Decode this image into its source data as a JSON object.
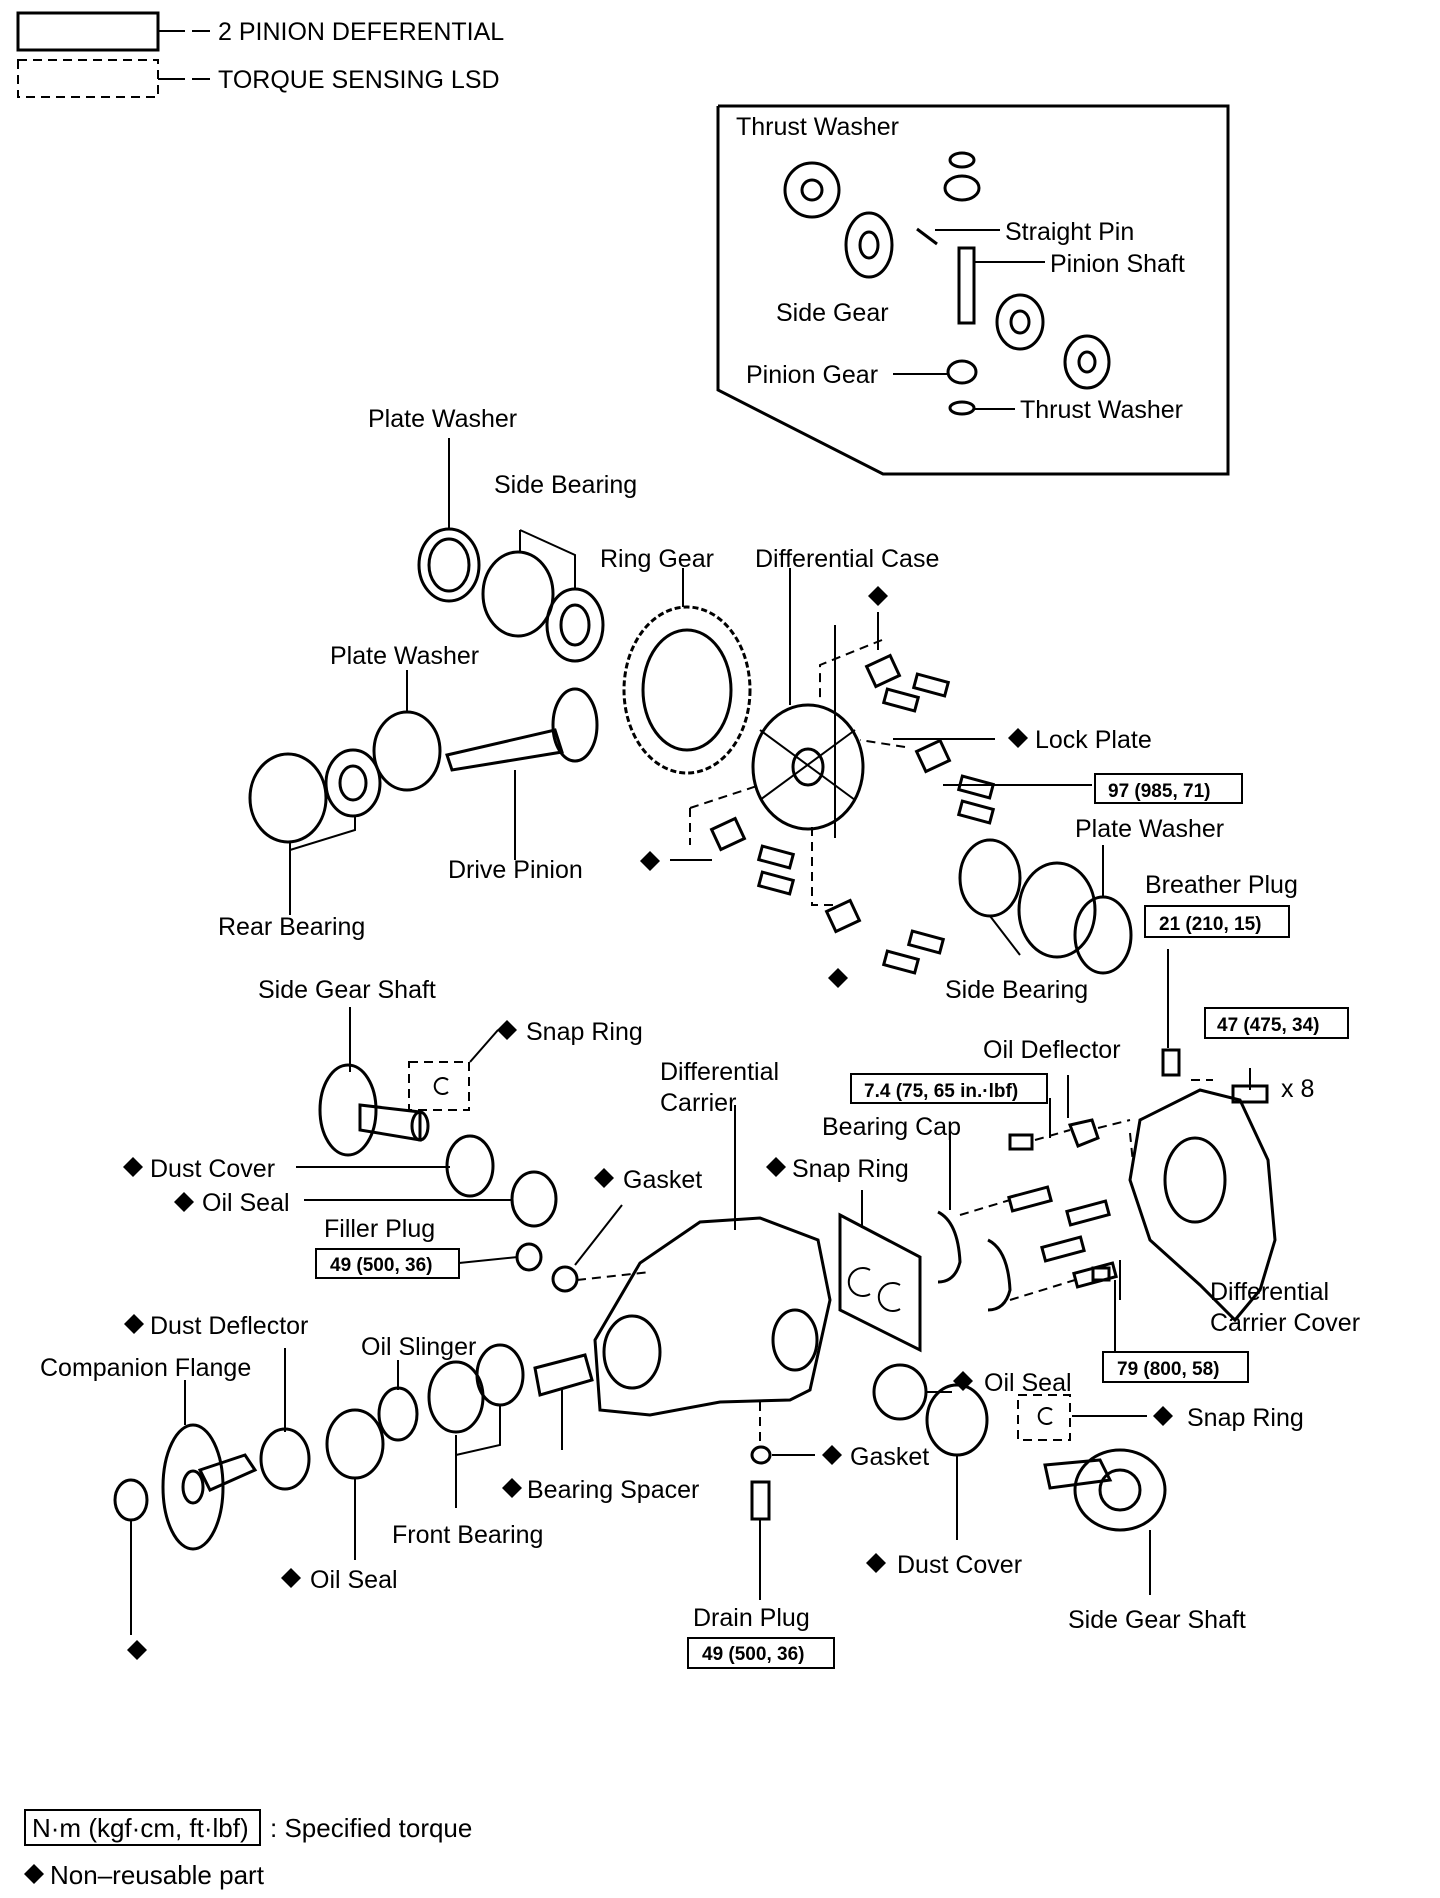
{
  "legend": {
    "solid_box_label": "2 PINION DEFERENTIAL",
    "dashed_box_label": "TORQUE SENSING LSD",
    "torque_units": "N·m (kgf·cm, ft·lbf)",
    "torque_desc": ": Specified torque",
    "nonreusable": "Non–reusable part"
  },
  "inset": {
    "thrust_washer_top": "Thrust Washer",
    "straight_pin": "Straight Pin",
    "pinion_shaft": "Pinion Shaft",
    "side_gear": "Side Gear",
    "pinion_gear": "Pinion Gear",
    "thrust_washer_bottom": "Thrust Washer"
  },
  "labels": {
    "plate_washer_1": "Plate Washer",
    "side_bearing_1": "Side Bearing",
    "ring_gear": "Ring Gear",
    "differential_case": "Differential Case",
    "plate_washer_2": "Plate Washer",
    "lock_plate": "Lock Plate",
    "plate_washer_3": "Plate Washer",
    "drive_pinion": "Drive Pinion",
    "breather_plug": "Breather Plug",
    "rear_bearing": "Rear Bearing",
    "side_bearing_2": "Side Bearing",
    "side_gear_shaft_1": "Side Gear Shaft",
    "snap_ring_1": "Snap Ring",
    "oil_deflector": "Oil Deflector",
    "differential_carrier_1": "Differential",
    "differential_carrier_2": "Carrier",
    "bearing_cap": "Bearing Cap",
    "x8": "x 8",
    "dust_cover_1": "Dust Cover",
    "snap_ring_2": "Snap Ring",
    "gasket_1": "Gasket",
    "oil_seal_1": "Oil Seal",
    "filler_plug": "Filler Plug",
    "diff_carrier_cover_1": "Differential",
    "diff_carrier_cover_2": "Carrier Cover",
    "dust_deflector": "Dust Deflector",
    "oil_slinger": "Oil Slinger",
    "companion_flange": "Companion Flange",
    "oil_seal_2": "Oil Seal",
    "snap_ring_3": "Snap Ring",
    "gasket_2": "Gasket",
    "bearing_spacer": "Bearing Spacer",
    "front_bearing": "Front Bearing",
    "oil_seal_3": "Oil Seal",
    "dust_cover_2": "Dust Cover",
    "drain_plug": "Drain Plug",
    "side_gear_shaft_2": "Side Gear Shaft"
  },
  "torque": {
    "lock_plate_bolt": "97 (985, 71)",
    "breather_plug": "21 (210, 15)",
    "cover_bolt": "47 (475, 34)",
    "deflector_bolt": "7.4 (75, 65 in.·lbf)",
    "filler_plug": "49 (500, 36)",
    "bearing_cap_bolt": "79 (800, 58)",
    "drain_plug": "49 (500, 36)"
  }
}
